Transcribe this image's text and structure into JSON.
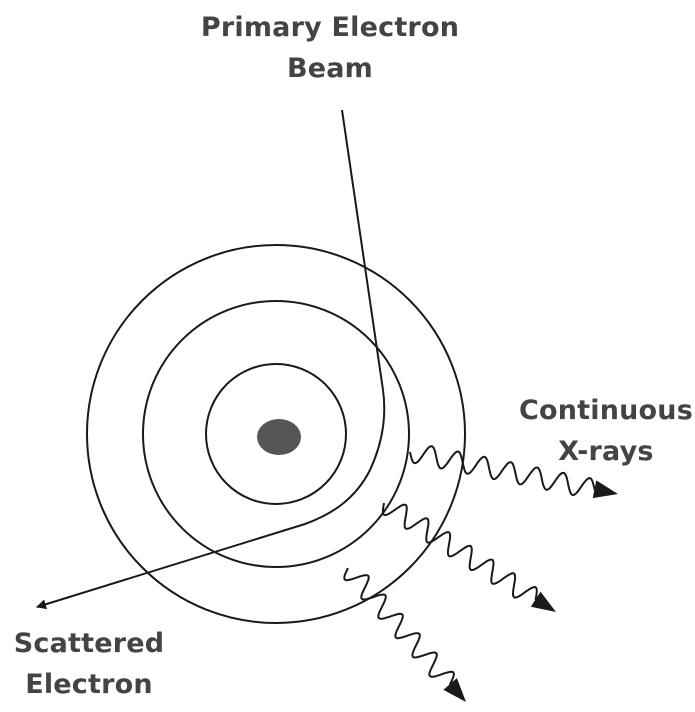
{
  "labels": {
    "primary_beam_line1": "Primary Electron",
    "primary_beam_line2": "Beam",
    "continuous_line1": "Continuous",
    "continuous_line2": "X-rays",
    "scattered_line1": "Scattered",
    "scattered_line2": "Electron"
  },
  "colors": {
    "line": "#1a1a1a",
    "nucleus": "#555555",
    "text": "#444444",
    "background": "#ffffff"
  }
}
